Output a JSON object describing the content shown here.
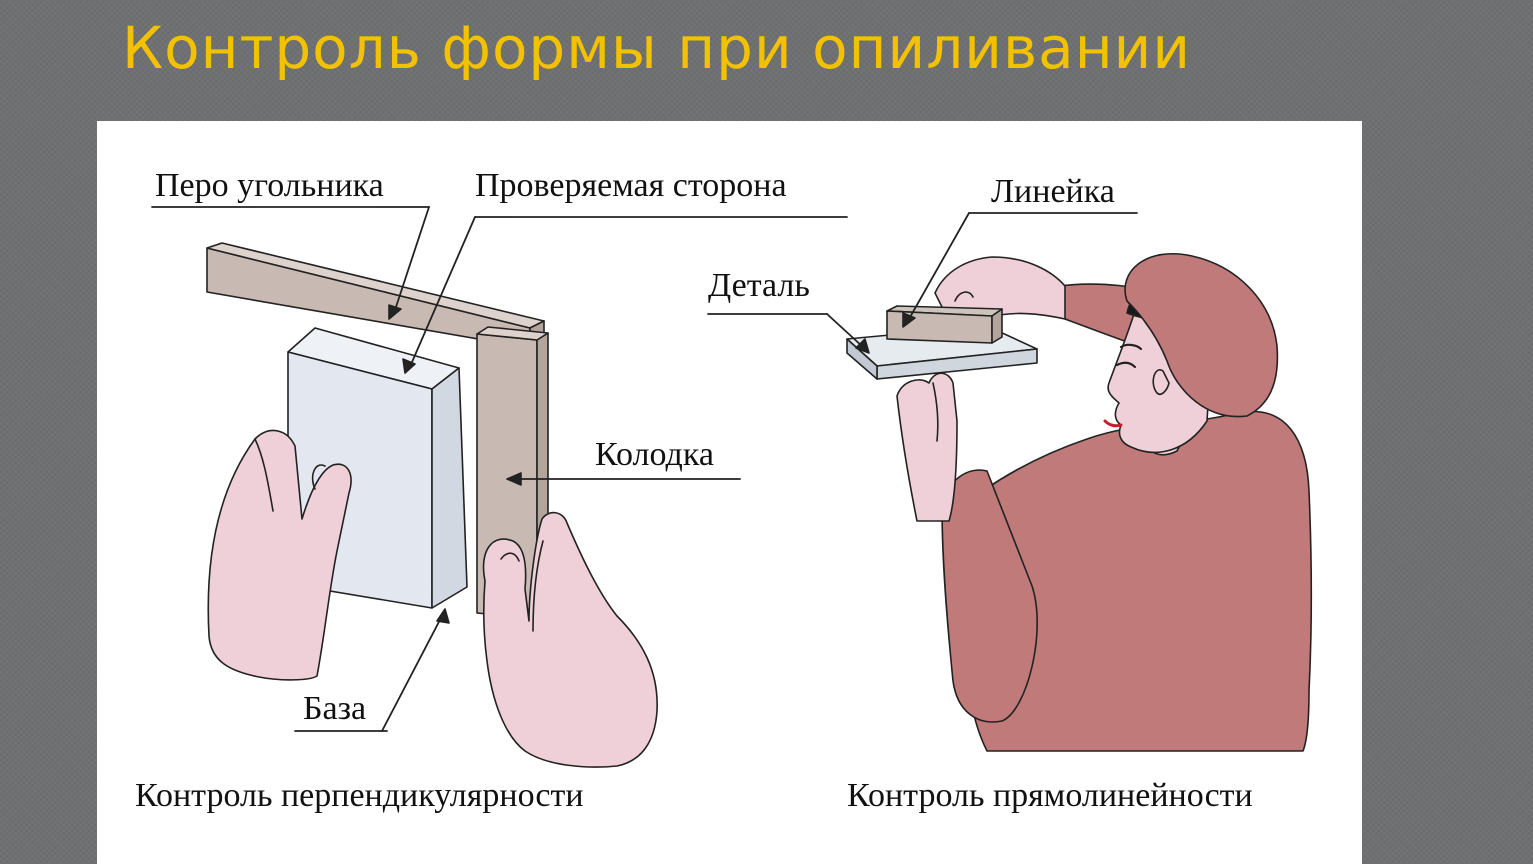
{
  "slide": {
    "title": "Контроль формы при опиливании"
  },
  "diagram": {
    "left": {
      "label_square_blade": "Перо угольника",
      "label_checked_side": "Проверяемая сторона",
      "label_block": "Колодка",
      "label_base": "База",
      "caption": "Контроль перпендикулярности"
    },
    "right": {
      "label_ruler": "Линейка",
      "label_part": "Деталь",
      "caption": "Контроль прямолинейности"
    }
  },
  "colors": {
    "title": "#f2c200",
    "slide_background": "#6f7072",
    "square": "#c8bab2",
    "part_face": "#e3e8f0",
    "skin": "#f0d0d8",
    "clothing": "#c07a7a"
  }
}
